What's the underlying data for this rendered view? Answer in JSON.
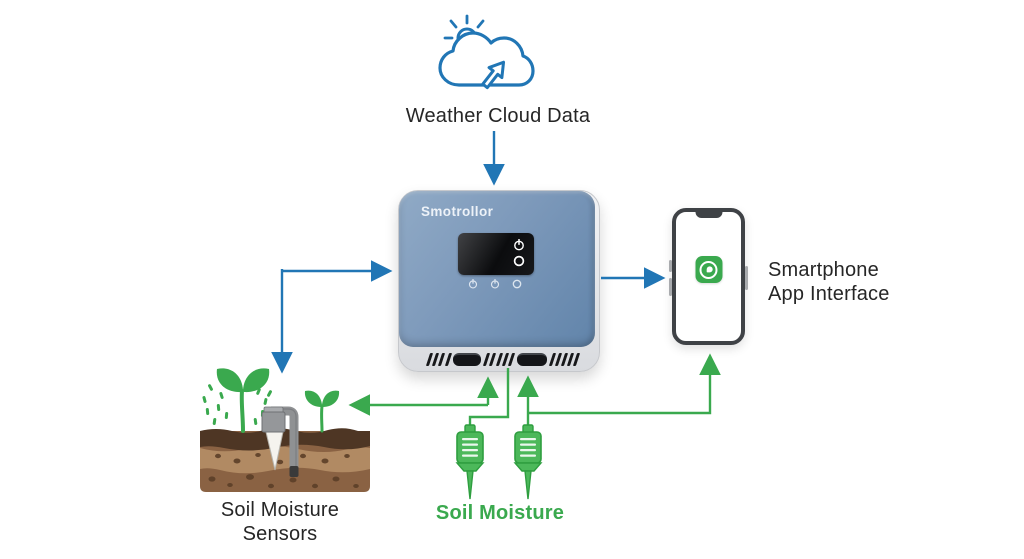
{
  "title": "Smart irrigation controller system diagram",
  "colors": {
    "blue": "#2176b5",
    "green": "#3aa94e",
    "green_dark": "#2e9e3f",
    "green_fill": "#4cb85a",
    "text": "#262626",
    "device_blue_1": "#90aac6",
    "device_blue_2": "#6184aa",
    "silver": "#e9ebee",
    "display": "#0e0f11",
    "soil_top": "#4e3624",
    "soil_mid": "#b18a63",
    "soil_deep": "#8a6243",
    "soil_dot": "#5c3f28",
    "metal": "#8f9193"
  },
  "nodes": {
    "weather": {
      "label": "Weather Cloud Data",
      "icon": "cloud-sun-upload-icon"
    },
    "controller": {
      "brand": "Smotrollor",
      "display_icons": [
        "power-icon",
        "circle-indicator-icon"
      ],
      "body_icons": [
        "power-icon",
        "power-icon",
        "circle-indicator-icon"
      ],
      "ports": 2
    },
    "smartphone": {
      "label_line1": "Smartphone",
      "label_line2": "App Interface",
      "icon": "chat-app-icon"
    },
    "soil_sensors": {
      "label_line1": "Soil Moisture",
      "label_line2": "Sensors",
      "icon": "soil-plants-probe-illustration"
    },
    "probes": {
      "label": "Soil Moisture",
      "count": 2,
      "icon": "moisture-probe-icon"
    }
  },
  "edges": [
    {
      "id": "weather-to-controller",
      "from": "weather",
      "to": "controller",
      "color": "blue",
      "style": "straight-arrow-down"
    },
    {
      "id": "controller-to-smartphone",
      "from": "controller",
      "to": "smartphone",
      "color": "blue",
      "style": "straight-arrow-right"
    },
    {
      "id": "soil-sensors-controller",
      "from": "soil_sensors",
      "to": "controller",
      "color": "blue",
      "style": "elbow-arrows-both-ends"
    },
    {
      "id": "controller-to-plant",
      "from": "controller",
      "to": "soil_sensors",
      "color": "green",
      "style": "elbow-arrows-both-ends"
    },
    {
      "id": "probe1-to-controller",
      "from": "probe_1",
      "to": "controller",
      "color": "green",
      "style": "elbow-line"
    },
    {
      "id": "probe2-to-controller-and-phone",
      "from": "probe_2",
      "to": "controller+smartphone",
      "color": "green",
      "style": "elbow-arrows"
    }
  ]
}
